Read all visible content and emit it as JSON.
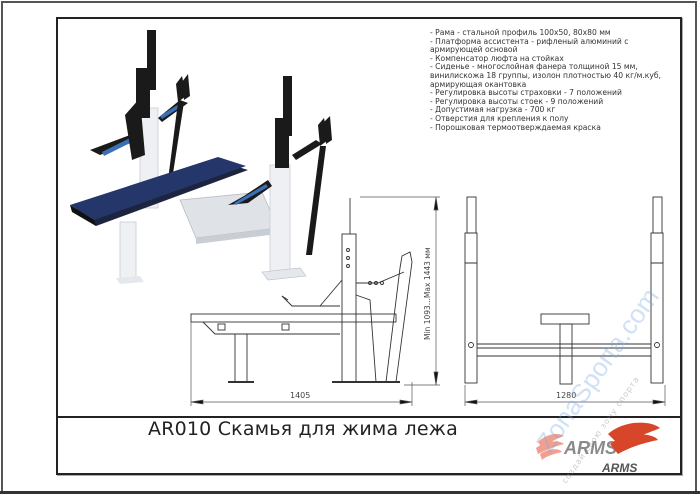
{
  "document": {
    "title": "AR010 Скамья для жима лежа",
    "brand": "ARMS",
    "colors": {
      "frame": "#222222",
      "seat": "#1f2f5a",
      "steel_white": "#eef0f3",
      "black_parts": "#1a1a1a",
      "accent_blue": "#3b6fb6",
      "logo_red": "#d8462a",
      "logo_gray": "#8a8a8a"
    }
  },
  "specs": [
    "- Рама - стальной профиль 100х50, 80х80 мм",
    "- Платформа ассистента - рифленый алюминий с армирующей основой",
    "- Компенсатор люфта на стойках",
    "- Сиденье - многослойная фанера толщиной 15 мм, винилискожа 18 группы, изолон плотностью 40 кг/м.куб, армирующая окантовка",
    "- Регулировка высоты страховки - 7 положений",
    "- Регулировка высоты стоек - 9 положений",
    "- Допустимая нагрузка - 700 кг",
    "- Отверстия для крепления к полу",
    "- Порошковая термоотверждаемая краска"
  ],
  "dimensions": {
    "length": "1405",
    "width": "1280",
    "height": "Min 1093...Max 1443 мм"
  },
  "watermark": {
    "text": "ZonaSporta.com",
    "subtext": "создай свою зону спорта"
  }
}
